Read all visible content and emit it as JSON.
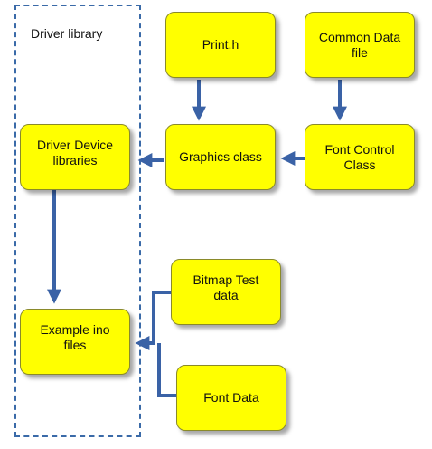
{
  "frame": {
    "label": "Driver library"
  },
  "nodes": {
    "print_h": "Print.h",
    "common_data": "Common Data\nfile",
    "graphics": "Graphics class",
    "font_control": "Font Control\nClass",
    "driver_device": "Driver Device\nlibraries",
    "example_ino": "Example ino\nfiles",
    "bitmap_test": "Bitmap Test\ndata",
    "font_data": "Font Data"
  },
  "colors": {
    "box_fill": "#ffff00",
    "arrow": "#3a62a6",
    "frame": "#3a6aa8"
  }
}
